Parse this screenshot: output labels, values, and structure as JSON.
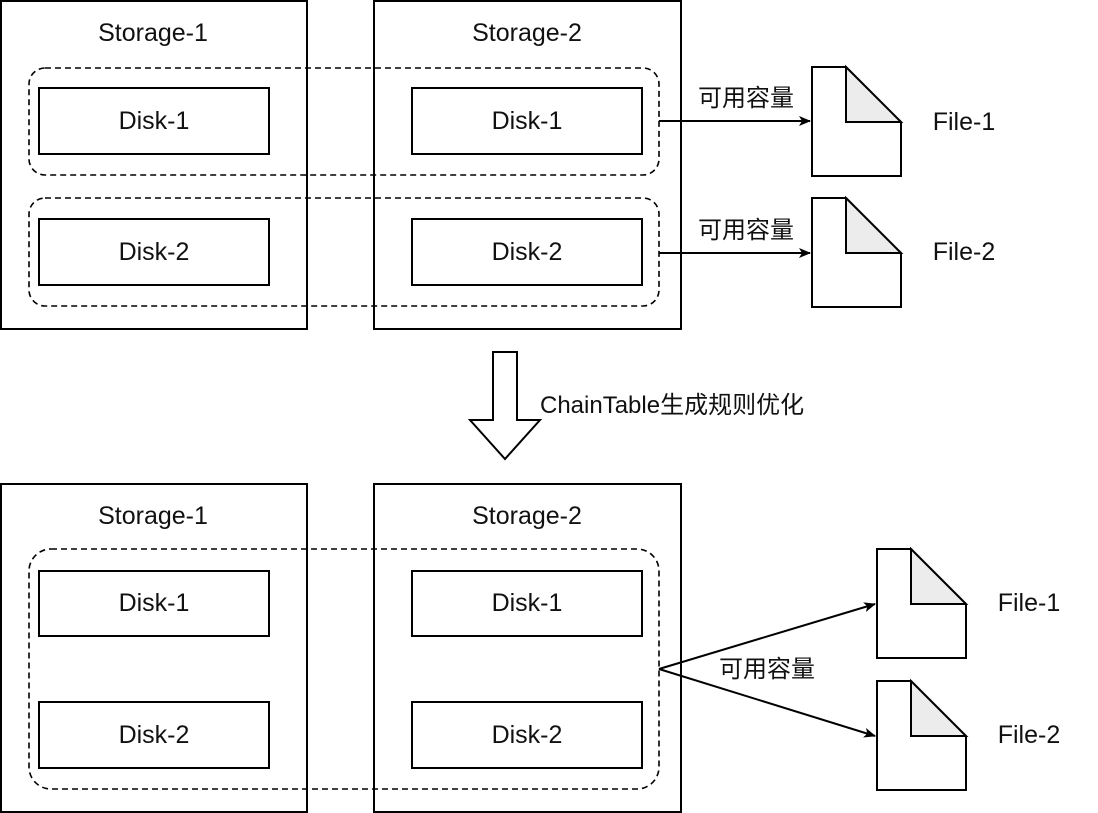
{
  "top_section": {
    "storage_1": {
      "title": "Storage-1",
      "disk_1": "Disk-1",
      "disk_2": "Disk-2"
    },
    "storage_2": {
      "title": "Storage-2",
      "disk_1": "Disk-1",
      "disk_2": "Disk-2"
    },
    "capacity_label_1": "可用容量",
    "capacity_label_2": "可用容量",
    "file_1": "File-1",
    "file_2": "File-2"
  },
  "transition": {
    "label": "ChainTable生成规则优化"
  },
  "bottom_section": {
    "storage_1": {
      "title": "Storage-1",
      "disk_1": "Disk-1",
      "disk_2": "Disk-2"
    },
    "storage_2": {
      "title": "Storage-2",
      "disk_1": "Disk-1",
      "disk_2": "Disk-2"
    },
    "capacity_label": "可用容量",
    "file_1": "File-1",
    "file_2": "File-2"
  },
  "colors": {
    "stroke": "#000000",
    "fold_fill": "#ececec",
    "background": "#ffffff"
  }
}
